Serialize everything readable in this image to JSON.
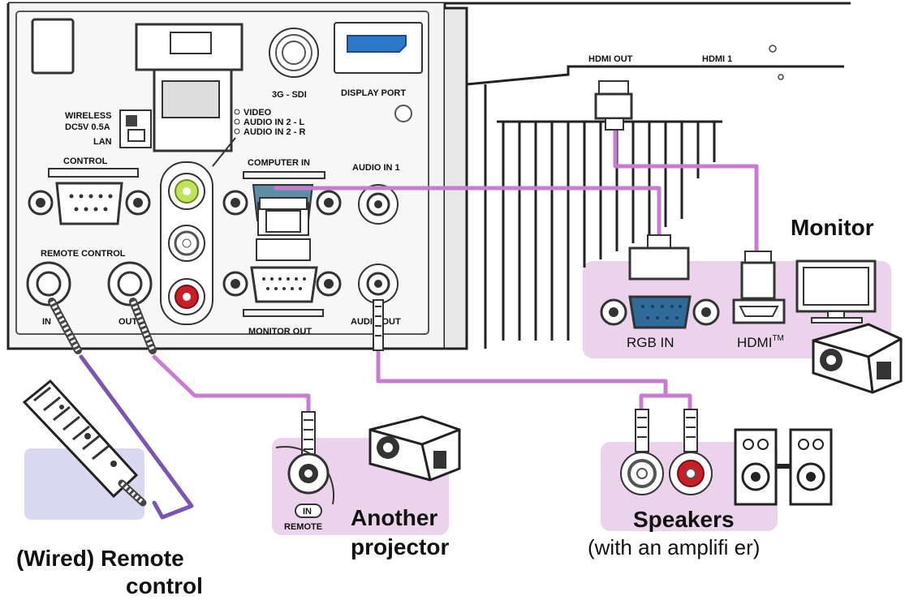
{
  "panel_labels": {
    "wireless": "WIRELESS",
    "dcsv": "DC5V 0.5A",
    "lan": "LAN",
    "control": "CONTROL",
    "remote_control": "REMOTE CONTROL",
    "in": "IN",
    "out": "OUT",
    "video": "VIDEO",
    "audio_in2_l": "AUDIO IN 2 - L",
    "audio_in2_r": "AUDIO IN 2 - R",
    "sdi": "3G - SDI",
    "display_port": "DISPLAY PORT",
    "computer_in": "COMPUTER IN",
    "audio_in1": "AUDIO IN 1",
    "monitor_out": "MONITOR OUT",
    "audio_out": "AUDIO OUT",
    "hdmi_out": "HDMI OUT",
    "hdmi1": "HDMI 1"
  },
  "devices": {
    "monitor": {
      "title": "Monitor",
      "rgb_in": "RGB IN",
      "hdmi": "HDMI",
      "hdmi_tm": "TM"
    },
    "another_projector": {
      "title_line1": "Another",
      "title_line2": "projector",
      "remote_in": "IN",
      "remote_label": "REMOTE"
    },
    "speakers": {
      "title": "Speakers",
      "subtitle": "(with an amplifi er)"
    },
    "remote": {
      "title_line1": "(Wired) Remote",
      "title_line2": "control"
    }
  },
  "colors": {
    "cable_pink": "#c77dcf",
    "cable_purple": "#7a55b3",
    "box_pink": "#ecd3ec",
    "box_lilac": "#d9d8f0",
    "jack_green": "#bfe35a",
    "jack_red": "#c81e28",
    "port_teal": "#5c8fa6",
    "port_blue": "#2f78c8"
  }
}
